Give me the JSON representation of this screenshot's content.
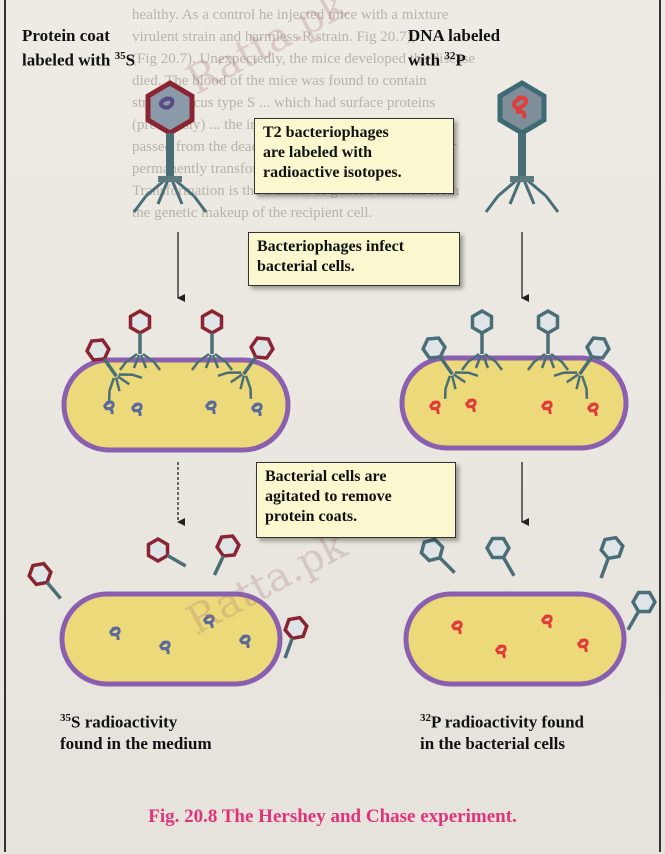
{
  "labels": {
    "left_top_prefix": "Protein coat",
    "left_top_line2": "labeled with ",
    "left_top_isotope_mass": "35",
    "left_top_isotope": "S",
    "right_top_line1": "DNA labeled",
    "right_top_line2": "with ",
    "right_top_isotope_mass": "32",
    "right_top_isotope": "P",
    "left_bottom_mass": "35",
    "left_bottom_line1": "S radioactivity",
    "left_bottom_line2": "found in the medium",
    "right_bottom_mass": "32",
    "right_bottom_line1": "P radioactivity found",
    "right_bottom_line2": "in the bacterial cells"
  },
  "boxes": {
    "step1_line1": "T2 bacteriophages",
    "step1_line2": "are labeled with",
    "step1_line3": "radioactive isotopes.",
    "step2_line1": "Bacteriophages infect",
    "step2_line2": "bacterial cells.",
    "step3_line1": "Bacterial cells are",
    "step3_line2": "agitated to remove",
    "step3_line3": "protein coats."
  },
  "caption": "Fig. 20.8 The Hershey and Chase experiment.",
  "watermark": "Ratta.pk",
  "background_text": [
    "healthy. As a control he injected mice with a mixture",
    "virulent strain and harmless R strain. Fig 20.7),",
    "(Fig 20.7). Unexpectedly, the mice developed the disease",
    "died. The blood of the mice was found to contain",
    "streptococcus type S ... which had surface proteins",
    "(previously) ... the infection specifically",
    "passed from the dead virulent S bacteria to the live, or",
    "permanently transformed harmless R bacteria.",
    "Transformation is the transfer of genetic material from",
    "the genetic makeup of the recipient cell."
  ],
  "colors": {
    "caption": "#e0337a",
    "cell_fill": "#ecd97a",
    "cell_border": "#8a5fb0",
    "protein_label": "#8a2432",
    "dna_label": "#e03c3c",
    "unlabeled_phage": "#4a6e78",
    "box_fill": "#fbf7cf"
  }
}
